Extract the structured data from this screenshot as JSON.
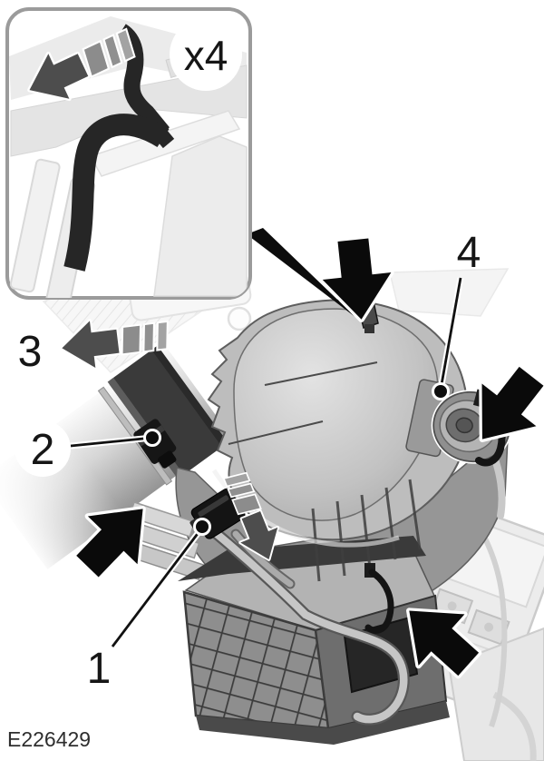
{
  "figure": {
    "code": "E226429",
    "inset": {
      "label": "x4"
    },
    "callouts": {
      "c1": "1",
      "c2": "2",
      "c3": "3",
      "c4": "4"
    }
  },
  "colors": {
    "solid_arrow": "#0a0a0a",
    "striped_arrow_head": "#4d4d4d",
    "inset_frame": "#9b9b9b",
    "figure_text": "#2e2e2e"
  }
}
